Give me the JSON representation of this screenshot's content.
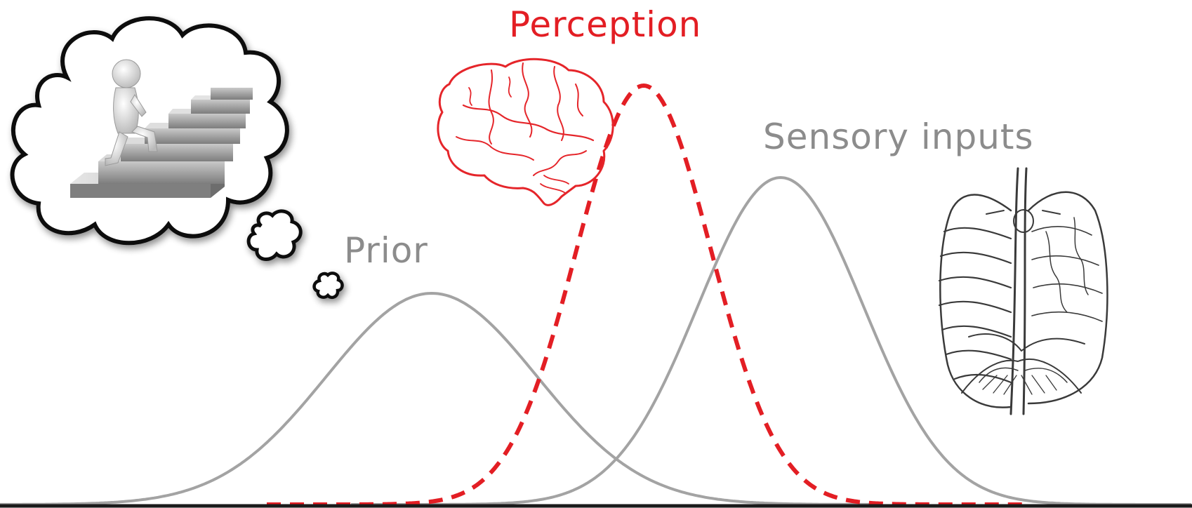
{
  "labels": {
    "perception": "Perception",
    "sensory_inputs": "Sensory inputs",
    "prior": "Prior"
  },
  "colors": {
    "perception": "#e31e24",
    "curves": "#a3a3a3",
    "label_gray": "#8c8c8c",
    "axis": "#1a1a1a",
    "sketch_red": "#e5252a",
    "sketch_dark": "#3a3a3a"
  },
  "icons": {
    "thought_bubble": "thought-cloud-stair-climber-icon",
    "brain": "brain-sketch-icon",
    "lungs": "lungs-ribcage-sketch-icon"
  }
}
